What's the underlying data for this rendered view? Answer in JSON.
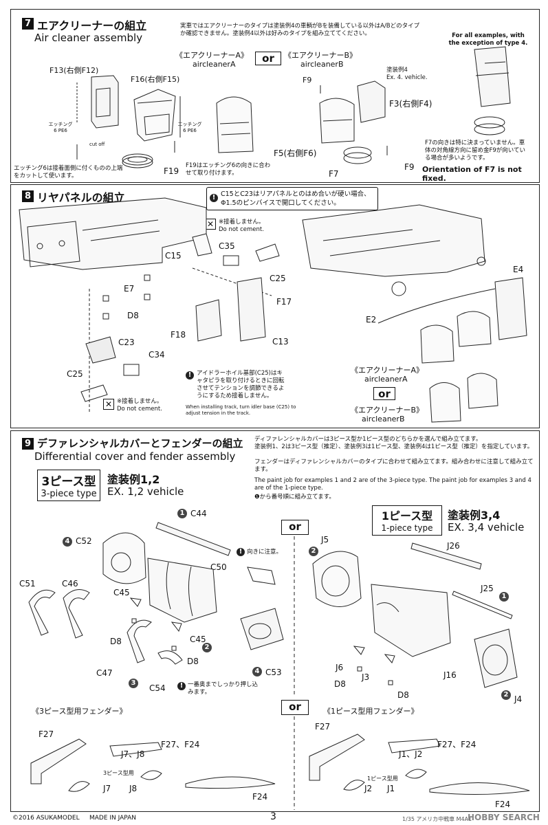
{
  "step7": {
    "number": "7",
    "title_jp": "エアクリーナーの組立",
    "title_en": "Air cleaner assembly",
    "note_jp": "実車ではエアクリーナーのタイプは塗装例4の車輌がBを装備している以外はA/Bどのタイプか確認できません。塗装例4以外は好みのタイプを組み立ててください。",
    "note_en": "For all examples, with the exception of type 4.",
    "variant_a_jp": "《エアクリーナーA》",
    "variant_a_en": "aircleanerA",
    "variant_b_jp": "《エアクリーナーB》",
    "variant_b_en": "aircleanerB",
    "or_label": "or",
    "paint_ex4_jp": "塗装例4",
    "paint_ex4_en": "Ex. 4. vehicle.",
    "labels": {
      "f13": "F13(右側F12)",
      "f16": "F16(右側F15)",
      "pe6_left": "エッチング6 PE6",
      "pe6_right": "エッチング6 PE6",
      "cut_off": "cut off",
      "f19": "F19",
      "f19_note": "F19はエッチング6の向きに合わせて取り付けます。",
      "pe_note": "エッチング6は接着面側に付くものの上端をカットして使います。",
      "f9_top": "F9",
      "f3": "F3(右側F4)",
      "f5": "F5(右側F6)",
      "f7": "F7",
      "f9_bottom": "F9",
      "f7_note_jp": "F7の向きは特に決まっていません。車体の対角線方向に留め金F9が向いている場合が多いようです。",
      "f7_note_en": "Orientation of F7 is not fixed."
    }
  },
  "step8": {
    "number": "8",
    "title_jp": "リヤパネルの組立",
    "caution_jp": "C15とC23はリアパネルとのはめ合いが硬い場合、Φ1.5のピンバイスで開口してください。",
    "no_cement_jp": "※接着しません。",
    "no_cement_en": "Do not cement.",
    "no_cement_jp_2": "※接着しません。",
    "no_cement_en_2": "Do not cement.",
    "idler_note_jp": "アイドラーホイル基部(C25)はキャタピラを取り付けるときに回転させてテンションを調節できるようにするため接着しません。",
    "idler_note_en": "When installing track, turn idler base (C25) to adjust tension in the track.",
    "labels": {
      "c35": "C35",
      "c15": "C15",
      "c25_top": "C25",
      "e7": "E7",
      "d8": "D8",
      "f17": "F17",
      "f18": "F18",
      "c13": "C13",
      "c23": "C23",
      "c34": "C34",
      "c25_bottom": "C25",
      "e4": "E4",
      "e2": "E2"
    },
    "variant_a_jp": "《エアクリーナーA》",
    "variant_a_en": "aircleanerA",
    "or_label": "or",
    "variant_b_jp": "《エアクリーナーB》",
    "variant_b_en": "aircleanerB"
  },
  "step9": {
    "number": "9",
    "title_jp": "デファレンシャルカバーとフェンダーの組立",
    "title_en": "Differential cover and fender assembly",
    "note_jp_1": "ディファレンシャルカバーは3ピース型か1ピース型のどちらかを選んで組み立てます。",
    "note_jp_2": "塗装例1、2は3ピース型（推定）、塗装例3は1ピース型、塗装例4は1ピース型（推定）を指定しています。",
    "note_jp_3": "フェンダーはディファレンシャルカバーのタイプに合わせて組み立てます。組み合わせに注意して組み立てます。",
    "note_en": "The paint job for examples 1 and 2 are of the 3-piece type. The paint job for examples 3 and 4 are of the 1-piece type.",
    "order_note": "❶から番号順に組み立てます。",
    "three_piece_jp": "3ピース型",
    "three_piece_en": "3-piece type",
    "three_piece_paint_jp": "塗装例1,2",
    "three_piece_paint_en": "EX. 1,2 vehicle",
    "one_piece_jp": "1ピース型",
    "one_piece_en": "1-piece type",
    "one_piece_paint_jp": "塗装例3,4",
    "one_piece_paint_en": "EX. 3,4 vehicle",
    "or_label": "or",
    "or_label_2": "or",
    "orientation_note": "向きに注意。",
    "push_note": "一番奥までしっかり押し込みます。",
    "labels_3p": {
      "c44": "C44",
      "c52": "C52",
      "c50": "C50",
      "c51": "C51",
      "c46": "C46",
      "c45_a": "C45",
      "d8_a": "D8",
      "c45_b": "C45",
      "d8_b": "D8",
      "c47": "C47",
      "c54": "C54",
      "c53": "C53"
    },
    "labels_1p": {
      "j5": "J5",
      "j26": "J26",
      "j25": "J25",
      "j6": "J6",
      "j3": "J3",
      "d8_a": "D8",
      "d8_b": "D8",
      "j16": "J16",
      "j4": "J4"
    },
    "fender_3p_title": "《3ピース型用フェンダー》",
    "fender_1p_title": "《1ピース型用フェンダー》",
    "fender_3p_labels": {
      "f27_a": "F27",
      "j7_j8": "J7、J8",
      "f27_f24": "F27、F24",
      "type_note": "3ピース型用",
      "j7": "J7",
      "j8": "J8",
      "f24": "F24"
    },
    "fender_1p_labels": {
      "f27_a": "F27",
      "j1_j2": "J1、J2",
      "f27_f24": "F27、F24",
      "type_note": "1ピース型用",
      "j2": "J2",
      "j1": "J1",
      "f24": "F24"
    }
  },
  "footer": {
    "copyright": "©2016 ASUKAMODEL",
    "made_in": "MADE IN JAPAN",
    "page_number": "3",
    "scale_text": "1/35 アメリカ中戦車 M4A1",
    "watermark": "HOBBY SEARCH"
  }
}
